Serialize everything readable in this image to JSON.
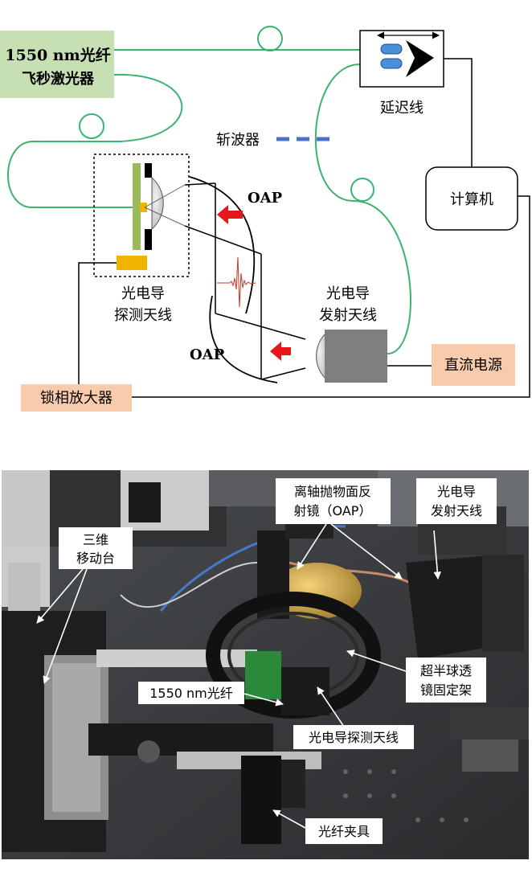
{
  "diagram": {
    "laser_label": [
      "1550 nm光纤",
      "飞秒激光器"
    ],
    "delay_line_label": "延迟线",
    "chopper_label": "斩波器",
    "computer_label": "计算机",
    "oap_label": "OAP",
    "detector_label": [
      "光电导",
      "探测天线"
    ],
    "emitter_label": [
      "光电导",
      "发射天线"
    ],
    "dc_power_label": "直流电源",
    "lockin_label": "锁相放大器"
  },
  "photo": {
    "labels": {
      "stage3d": [
        "三维",
        "移动台"
      ],
      "oap_mirror": [
        "离轴抛物面反",
        "射镜（OAP）"
      ],
      "emitter": [
        "光电导",
        "发射天线"
      ],
      "fiber": "1550 nm光纤",
      "detector": "光电导探测天线",
      "lens_mount": [
        "超半球透",
        "镜固定架"
      ],
      "fiber_clamp": "光纤夹具"
    }
  },
  "colors": {
    "fiber": "#3cb371",
    "laser_box": "#c6e0b4",
    "power_box": "#f8cbad",
    "arrow": "#e8151b",
    "chopper": "#4a72c4"
  }
}
